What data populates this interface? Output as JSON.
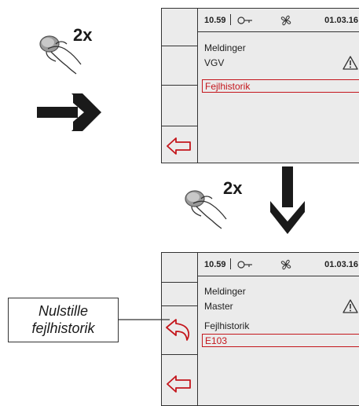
{
  "step1": {
    "press_count": "2x"
  },
  "step2": {
    "press_count": "2x"
  },
  "screen1": {
    "time": "10.59",
    "date": "01.03.16",
    "line1": "Meldinger",
    "line2": "VGV",
    "selected": "Fejlhistorik"
  },
  "screen2": {
    "time": "10.59",
    "date": "01.03.16",
    "line1": "Meldinger",
    "line2": "Master",
    "line3": "Fejlhistorik",
    "selected": "E103"
  },
  "callout": {
    "line1": "Nulstille",
    "line2": "fejlhistorik"
  },
  "colors": {
    "accent": "#c4161c",
    "frame": "#333333",
    "screen_bg": "#ebebeb"
  },
  "icons": [
    "hand-press-icon",
    "arrow-right-icon",
    "arrow-down-icon",
    "key-icon",
    "fan-icon",
    "warning-icon",
    "back-arrow-icon",
    "reset-arrow-icon"
  ]
}
